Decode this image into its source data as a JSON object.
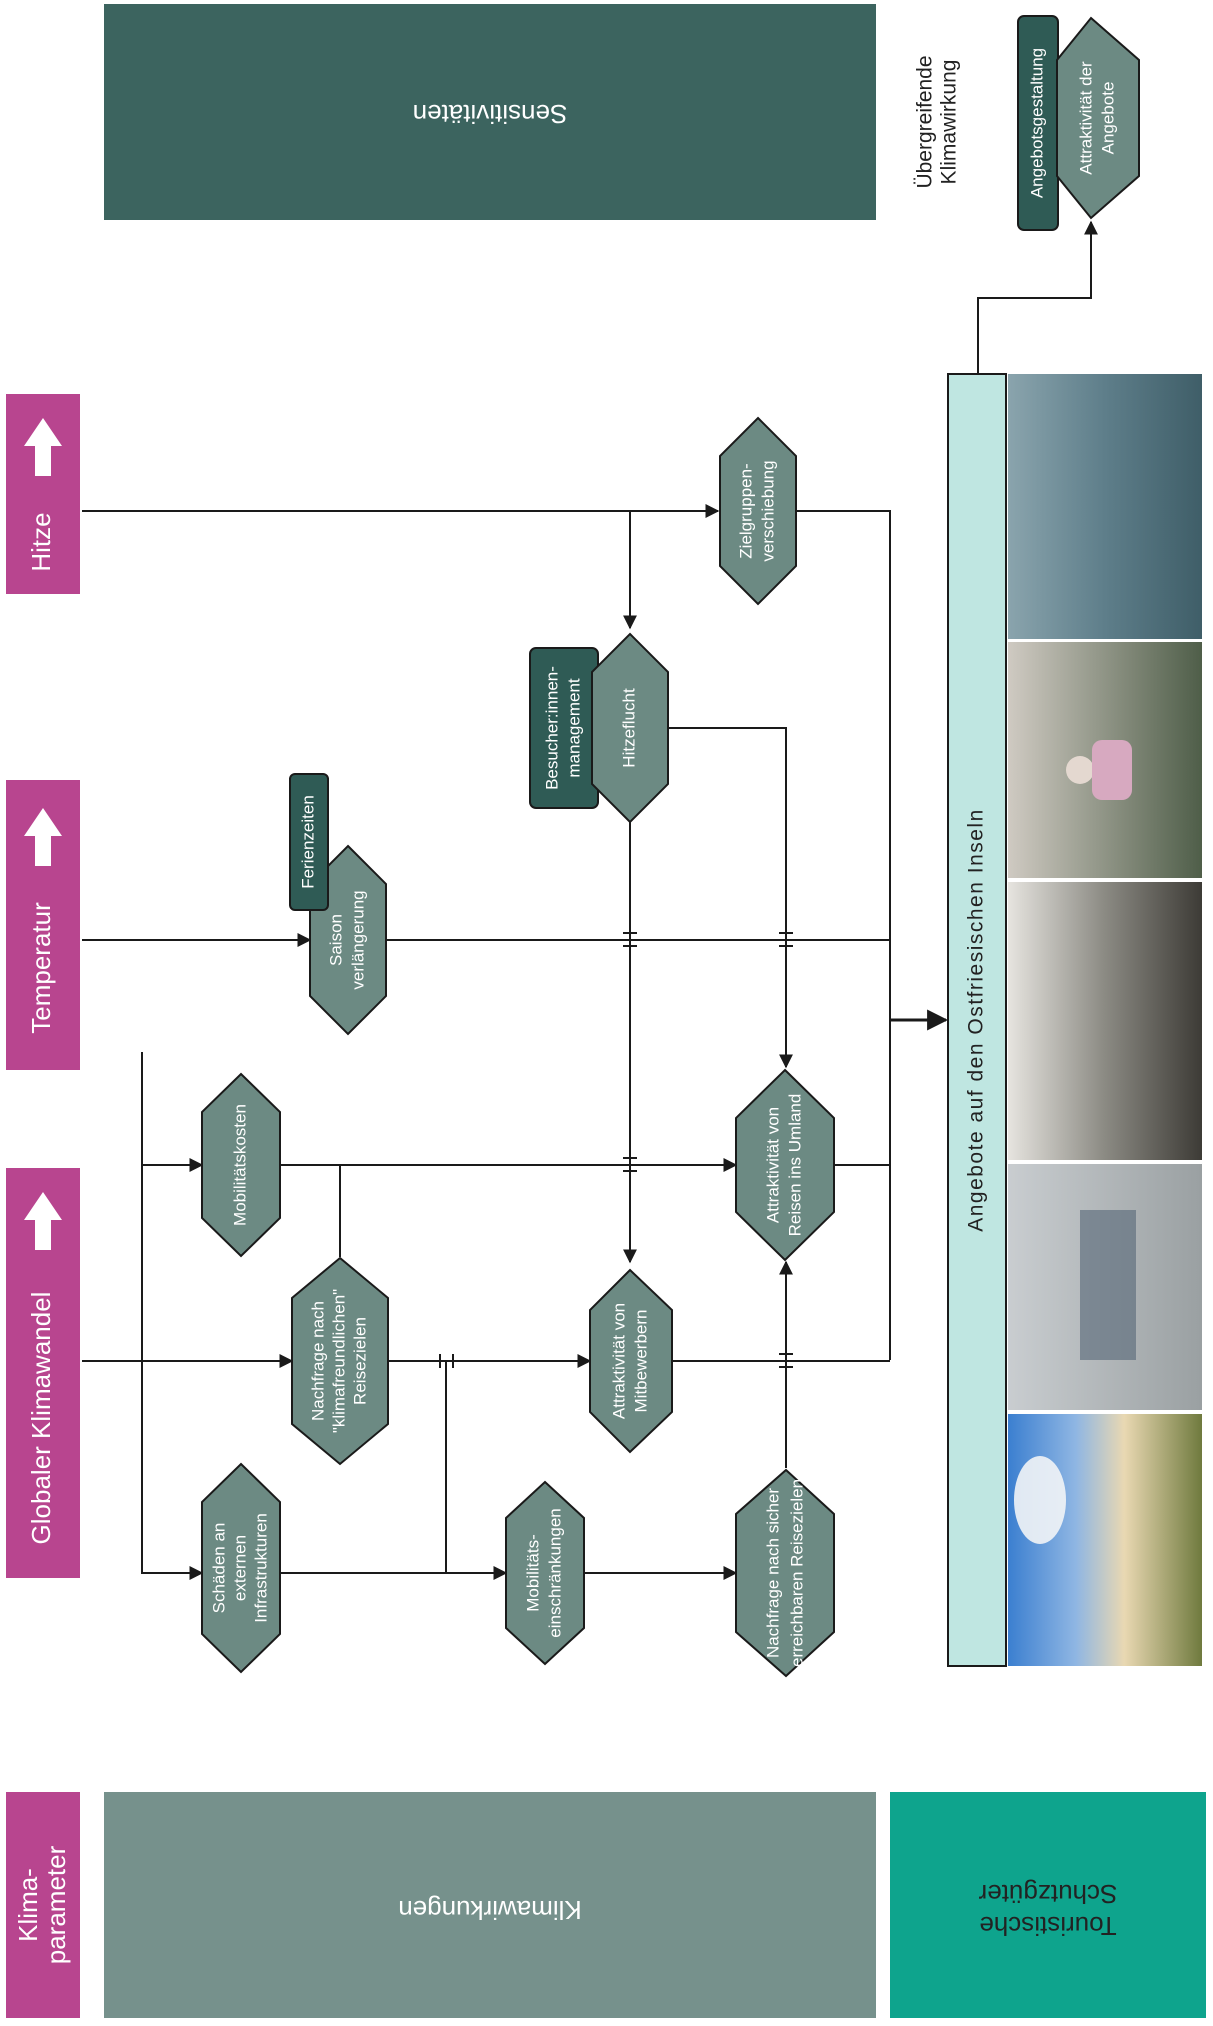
{
  "colors": {
    "parameter": "#b8458f",
    "effect_hex": "#6c8a83",
    "effect_box_dark": "#2f5b55",
    "sensitivity_band": "#3c645f",
    "impact_band": "#76918c",
    "tourism_band": "#0ea48d",
    "offers_bar": "#bfe6e1",
    "line": "#1a1a1a"
  },
  "bands": {
    "sensitivities": "Sensitivitäten",
    "climate_impacts": "Klimawirkungen",
    "tourism_assets": [
      "Touristische",
      "Schutzgüter"
    ],
    "climate_parameters": [
      "Klima-",
      "parameter"
    ]
  },
  "parameters": {
    "heat": "Hitze",
    "temperature": "Temperatur",
    "global": "Globaler Klimawandel"
  },
  "nodes": {
    "zielgruppen": [
      "Zielgruppen-",
      "verschiebung"
    ],
    "hitzeflucht": [
      "Hitzeflucht"
    ],
    "besucher": [
      "Besucher:innen-",
      "management"
    ],
    "ferienzeiten": [
      "Ferienzeiten"
    ],
    "saison": [
      "Saison",
      "verlängerung"
    ],
    "mobilitaetskosten": [
      "Mobilitätskosten"
    ],
    "umland": [
      "Attraktivität von",
      "Reisen ins Umland"
    ],
    "nachfrage_klima": [
      "Nachfrage nach",
      "\"klimafreundlichen\"",
      "Reisezielen"
    ],
    "mitbewerber": [
      "Attraktivität von",
      "Mitbewerbern"
    ],
    "schaeden": [
      "Schäden an",
      "externen",
      "Infrastrukturen"
    ],
    "mobilitaet_einschr": [
      "Mobilitäts-",
      "einschränkungen"
    ],
    "nachfrage_sicher": [
      "Nachfrage nach sicher",
      "erreichbaren Reisezielen"
    ],
    "angebotsgestaltung": [
      "Angebotsgestaltung"
    ],
    "attraktivitaet_angebote": [
      "Attraktivität der",
      "Angebote"
    ]
  },
  "offers_bar_label": "Angebote auf den Ostfriesischen Inseln",
  "overarching_label": [
    "Übergreifende",
    "Klimawirkung"
  ],
  "photo_strip": [
    "sea-horizon-photo",
    "promenade-people-photo",
    "wadden-flats-photo",
    "group-walk-photo",
    "beach-dunes-photo"
  ]
}
